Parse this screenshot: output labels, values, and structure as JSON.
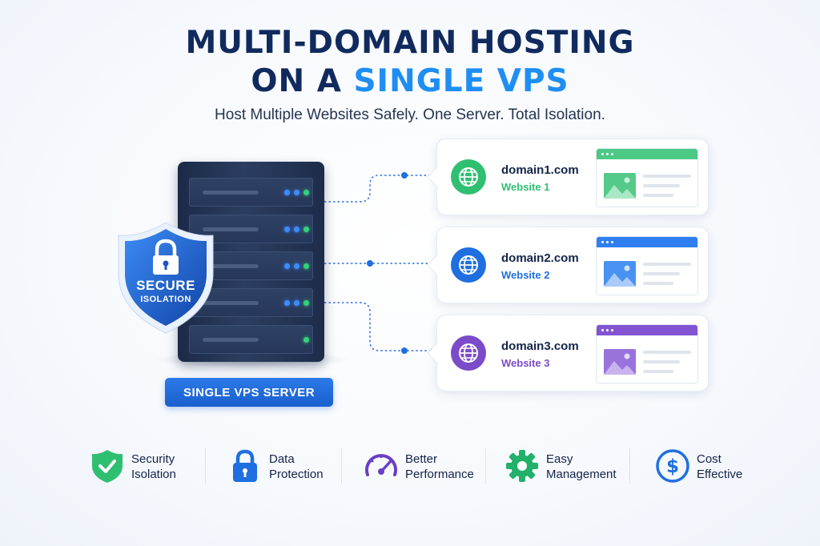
{
  "header": {
    "title_line1": "MULTI-DOMAIN HOSTING",
    "title_line2_prefix": "ON A ",
    "title_line2_accent": "SINGLE VPS",
    "subtitle": "Host Multiple Websites Safely.  One Server.  Total Isolation."
  },
  "shield": {
    "line1": "SECURE",
    "line2": "ISOLATION",
    "icon": "padlock-icon"
  },
  "server": {
    "label": "SINGLE VPS SERVER",
    "units": 5
  },
  "domains": [
    {
      "name": "domain1.com",
      "site": "Website 1",
      "color": "#2fbf71",
      "icon": "globe-icon"
    },
    {
      "name": "domain2.com",
      "site": "Website 2",
      "color": "#1f6fe0",
      "icon": "globe-icon"
    },
    {
      "name": "domain3.com",
      "site": "Website 3",
      "color": "#7b4bc9",
      "icon": "globe-icon"
    }
  ],
  "features": [
    {
      "line1": "Security",
      "line2": "Isolation",
      "icon": "shield-check-icon",
      "color": "#2fbf71"
    },
    {
      "line1": "Data",
      "line2": "Protection",
      "icon": "padlock-icon",
      "color": "#1f6fe0"
    },
    {
      "line1": "Better",
      "line2": "Performance",
      "icon": "speedometer-icon",
      "color": "#6a3fc4"
    },
    {
      "line1": "Easy",
      "line2": "Management",
      "icon": "gear-icon",
      "color": "#22b06a"
    },
    {
      "line1": "Cost",
      "line2": "Effective",
      "icon": "dollar-icon",
      "color": "#1f6fe0"
    }
  ],
  "colors": {
    "title": "#112a5e",
    "accent": "#1f8ef2",
    "server": "#1b2a47",
    "led_blue": "#3c8bff",
    "led_green": "#35d17a"
  }
}
